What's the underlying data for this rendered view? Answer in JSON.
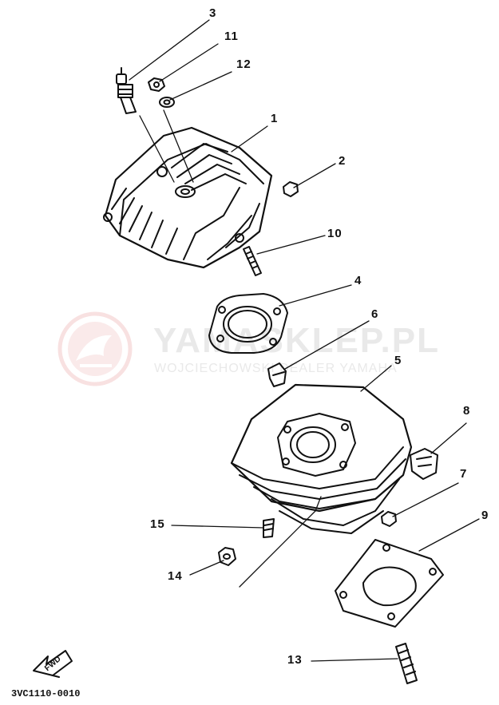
{
  "diagram": {
    "drawing_code": "3VC1110-0010",
    "direction_label": "FWD",
    "watermark": {
      "title": "YAMASKLEP.PL",
      "subtitle": "WOJCIECHOWSKI DEALER YAMAHA",
      "logo_color": "#f4c9c9",
      "text_color": "#e6e6e6"
    },
    "callouts": [
      "1",
      "2",
      "3",
      "4",
      "5",
      "6",
      "7",
      "8",
      "9",
      "10",
      "11",
      "12",
      "13",
      "14",
      "15"
    ],
    "parts": [
      {
        "ref": "1",
        "part": "cylinder-head"
      },
      {
        "ref": "2",
        "part": "nut"
      },
      {
        "ref": "3",
        "part": "spark-plug"
      },
      {
        "ref": "4",
        "part": "head-gasket"
      },
      {
        "ref": "5",
        "part": "cylinder"
      },
      {
        "ref": "6",
        "part": "clip"
      },
      {
        "ref": "7",
        "part": "nut"
      },
      {
        "ref": "8",
        "part": "damper"
      },
      {
        "ref": "9",
        "part": "base-gasket"
      },
      {
        "ref": "10",
        "part": "stud-bolt"
      },
      {
        "ref": "11",
        "part": "nut"
      },
      {
        "ref": "12",
        "part": "washer"
      },
      {
        "ref": "13",
        "part": "stud-bolt"
      },
      {
        "ref": "14",
        "part": "nut"
      },
      {
        "ref": "15",
        "part": "stud-bolt"
      }
    ]
  }
}
